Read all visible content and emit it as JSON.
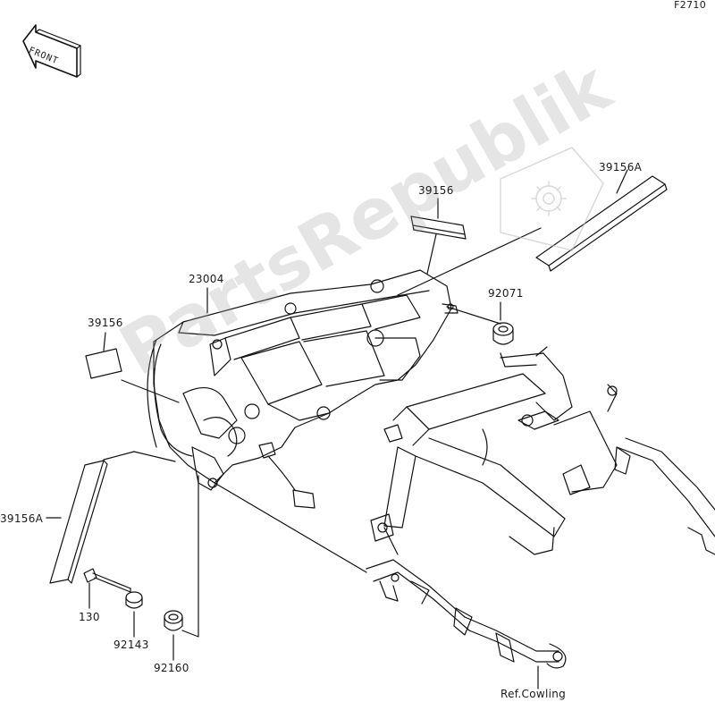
{
  "figure_code": "F2710",
  "front_arrow_label": "FRONT",
  "watermark": "PartsRepublik",
  "parts": [
    {
      "id": "headlight",
      "number": "23004"
    },
    {
      "id": "sticker-upper",
      "number": "39156"
    },
    {
      "id": "sticker-left",
      "number": "39156"
    },
    {
      "id": "sticker-long-right",
      "number": "39156A"
    },
    {
      "id": "sticker-long-left",
      "number": "39156A"
    },
    {
      "id": "grommet-right",
      "number": "92071"
    },
    {
      "id": "bolt",
      "number": "130"
    },
    {
      "id": "collar",
      "number": "92143"
    },
    {
      "id": "grommet-lower",
      "number": "92160"
    }
  ],
  "reference": "Ref.Cowling"
}
